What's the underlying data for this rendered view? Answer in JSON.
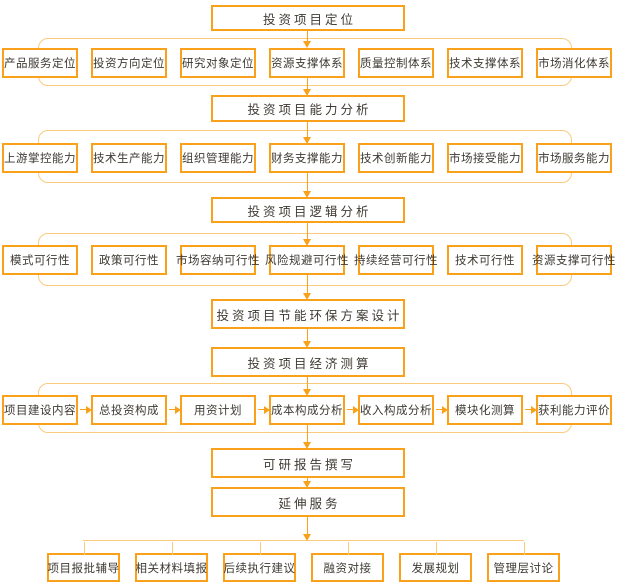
{
  "palette": {
    "accent_orange": "#F9A11B",
    "light_orange": "#FBCB7D",
    "text_color": "#3E3A33",
    "background": "#FFFFFF"
  },
  "nodes": {
    "positioning": "投资项目定位",
    "capability": "投资项目能力分析",
    "logic": "投资项目逻辑分析",
    "eco_design": "投资项目节能环保方案设计",
    "economics": "投资项目经济测算",
    "report": "可研报告撰写",
    "extended": "延伸服务"
  },
  "rows": [
    {
      "name": "positioning-systems",
      "items": [
        "产品服务定位",
        "投资方向定位",
        "研究对象定位",
        "资源支撑体系",
        "质量控制体系",
        "技术支撑体系",
        "市场消化体系"
      ]
    },
    {
      "name": "capabilities",
      "items": [
        "上游掌控能力",
        "技术生产能力",
        "组织管理能力",
        "财务支撑能力",
        "技术创新能力",
        "市场接受能力",
        "市场服务能力"
      ]
    },
    {
      "name": "feasibility",
      "items": [
        "模式可行性",
        "政策可行性",
        "市场容纳可行性",
        "风险规避可行性",
        "持续经营可行性",
        "技术可行性",
        "资源支撑可行性"
      ]
    },
    {
      "name": "economic-calculation",
      "items": [
        "项目建设内容",
        "总投资构成",
        "用资计划",
        "成本构成分析",
        "收入构成分析",
        "模块化测算",
        "获利能力评价"
      ]
    },
    {
      "name": "extended-services",
      "items": [
        "项目报批辅导",
        "相关材料填报",
        "后续执行建议",
        "融资对接",
        "发展规划",
        "管理层讨论"
      ]
    }
  ]
}
